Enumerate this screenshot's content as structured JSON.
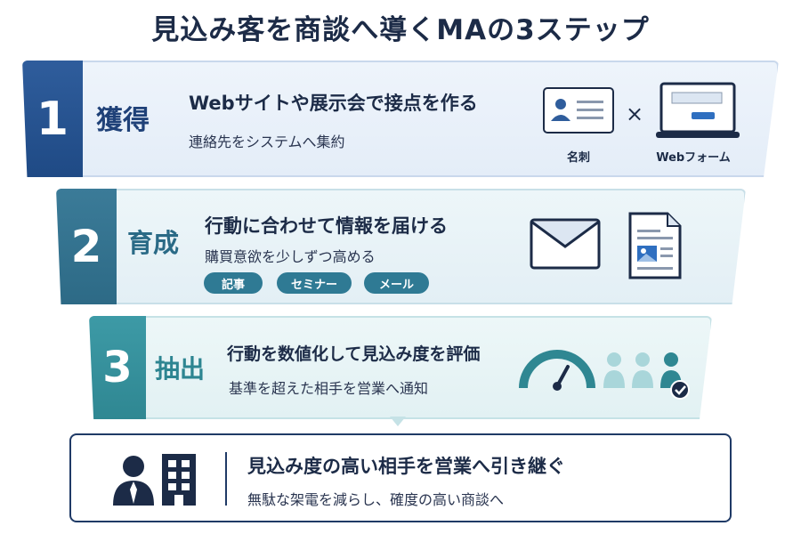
{
  "title": "見込み客を商談へ導くMAの3ステップ",
  "steps": [
    {
      "number": "1",
      "label": "獲得",
      "headline": "Webサイトや展示会で接点を作る",
      "description": "連絡先をシステムへ集約",
      "icons": [
        "business-card-icon",
        "web-form-icon"
      ],
      "icon_captions": [
        "名刺",
        "Webフォーム"
      ],
      "connector": "×"
    },
    {
      "number": "2",
      "label": "育成",
      "headline": "行動に合わせて情報を届ける",
      "description": "購買意欲を少しずつ高める",
      "tags": [
        "記事",
        "セミナー",
        "メール"
      ],
      "icons": [
        "envelope-icon",
        "document-icon"
      ]
    },
    {
      "number": "3",
      "label": "抽出",
      "headline": "行動を数値化して見込み度を評価",
      "description": "基準を超えた相手を営業へ通知",
      "icons": [
        "gauge-icon",
        "people-check-icon"
      ]
    }
  ],
  "result": {
    "headline": "見込み度の高い相手を営業へ引き継ぐ",
    "description": "無駄な架電を減らし、確度の高い商談へ",
    "icons": [
      "salesperson-icon",
      "building-icon"
    ]
  },
  "colors": {
    "step1": "#1f4a85",
    "step2": "#2d6a86",
    "step3": "#2f8792",
    "navy": "#1c2b47"
  }
}
